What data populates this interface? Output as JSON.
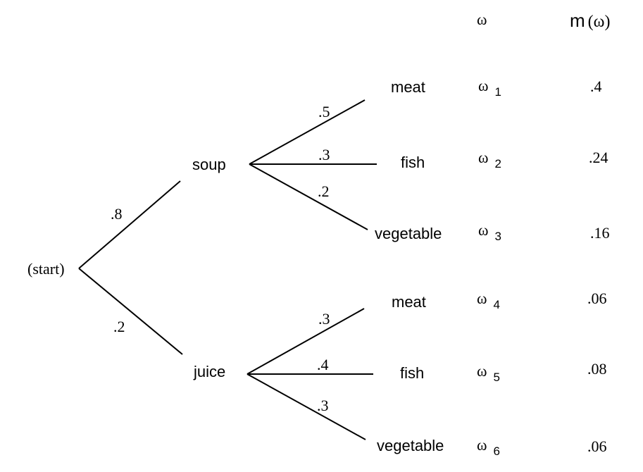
{
  "headers": {
    "omega": "ω",
    "measure_m": "m",
    "measure_arg": "(ω)"
  },
  "root": {
    "label": "(start)"
  },
  "first": [
    {
      "label": "soup",
      "prob": ".8"
    },
    {
      "label": "juice",
      "prob": ".2"
    }
  ],
  "second": {
    "soup": [
      {
        "label": "meat",
        "prob": ".5"
      },
      {
        "label": "fish",
        "prob": ".3"
      },
      {
        "label": "vegetable",
        "prob": ".2"
      }
    ],
    "juice": [
      {
        "label": "meat",
        "prob": ".3"
      },
      {
        "label": "fish",
        "prob": ".4"
      },
      {
        "label": "vegetable",
        "prob": ".3"
      }
    ]
  },
  "outcomes": [
    {
      "symbol": "ω",
      "sub": "1",
      "m": ".4"
    },
    {
      "symbol": "ω",
      "sub": "2",
      "m": ".24"
    },
    {
      "symbol": "ω",
      "sub": "3",
      "m": ".16"
    },
    {
      "symbol": "ω",
      "sub": "4",
      "m": ".06"
    },
    {
      "symbol": "ω",
      "sub": "5",
      "m": ".08"
    },
    {
      "symbol": "ω",
      "sub": "6",
      "m": ".06"
    }
  ]
}
